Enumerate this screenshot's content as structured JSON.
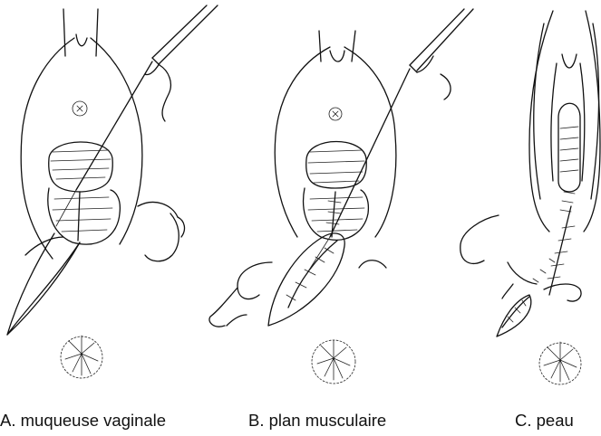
{
  "panels": [
    {
      "id": "A",
      "caption": "A. muqueuse vaginale"
    },
    {
      "id": "B",
      "caption": "B. plan musculaire"
    },
    {
      "id": "C",
      "caption": "C. peau"
    }
  ]
}
